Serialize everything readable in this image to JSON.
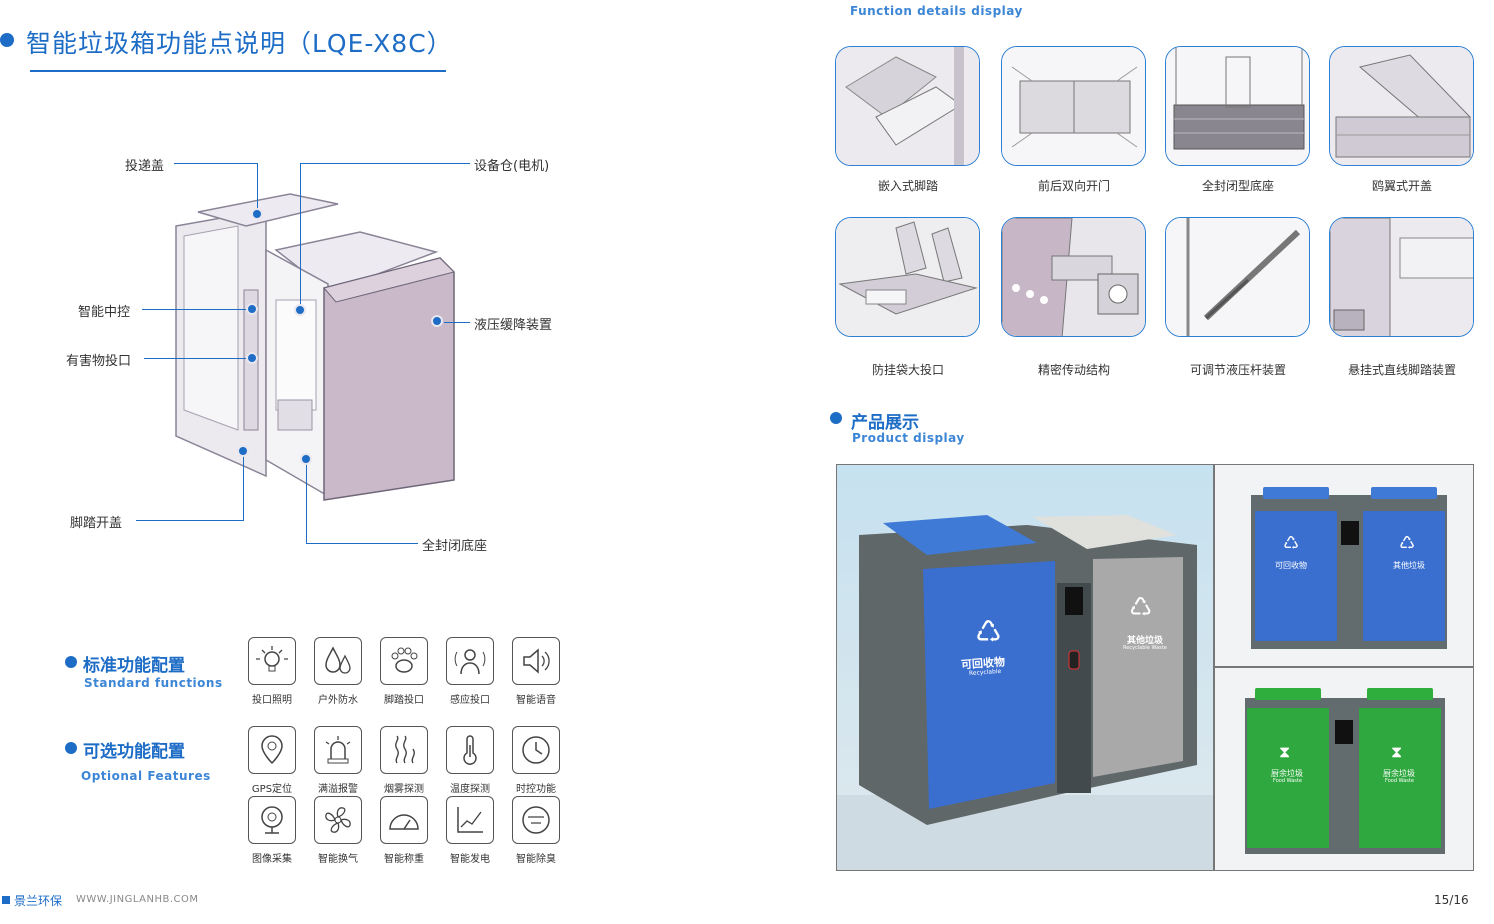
{
  "left": {
    "title": "智能垃圾箱功能点说明（LQE-X8C）",
    "callouts": {
      "delivery_lid": "投递盖",
      "equipment_bay": "设备仓(电机)",
      "smart_control": "智能中控",
      "hydraulic": "液压缓降装置",
      "hazardous_port": "有害物投口",
      "pedal_open": "脚踏开盖",
      "sealed_base": "全封闭底座"
    },
    "standard": {
      "title_cn": "标准功能配置",
      "title_en": "Standard functions",
      "items": [
        "投口照明",
        "户外防水",
        "脚踏投口",
        "感应投口",
        "智能语音"
      ]
    },
    "optional": {
      "title_cn": "可选功能配置",
      "title_en": "Optional Features",
      "items_row1": [
        "GPS定位",
        "满溢报警",
        "烟雾探测",
        "温度探测",
        "时控功能"
      ],
      "items_row2": [
        "图像采集",
        "智能换气",
        "智能称重",
        "智能发电",
        "智能除臭"
      ]
    },
    "footer": {
      "brand": "景兰环保",
      "url": "WWW.JINGLANHB.COM"
    }
  },
  "right": {
    "function_heading": "Function details display",
    "tiles_row1": [
      "嵌入式脚踏",
      "前后双向开门",
      "全封闭型底座",
      "鸥翼式开盖"
    ],
    "tiles_row2": [
      "防挂袋大投口",
      "精密传动结构",
      "可调节液压杆装置",
      "悬挂式直线脚踏装置"
    ],
    "product": {
      "title_cn": "产品展示",
      "title_en": "Product display"
    },
    "bin_labels": {
      "recyclable_cn": "可回收物",
      "recyclable_en": "Recyclable",
      "other_cn": "其他垃圾",
      "other_en": "Recyclable Waste",
      "food_cn": "厨余垃圾",
      "food_en": "Food Waste"
    },
    "page_number": "15/16"
  },
  "colors": {
    "accent": "#1d6cc6",
    "recyclable_blue": "#3a6fd0",
    "food_green": "#2fa840",
    "other_grey": "#a9a9a9"
  }
}
